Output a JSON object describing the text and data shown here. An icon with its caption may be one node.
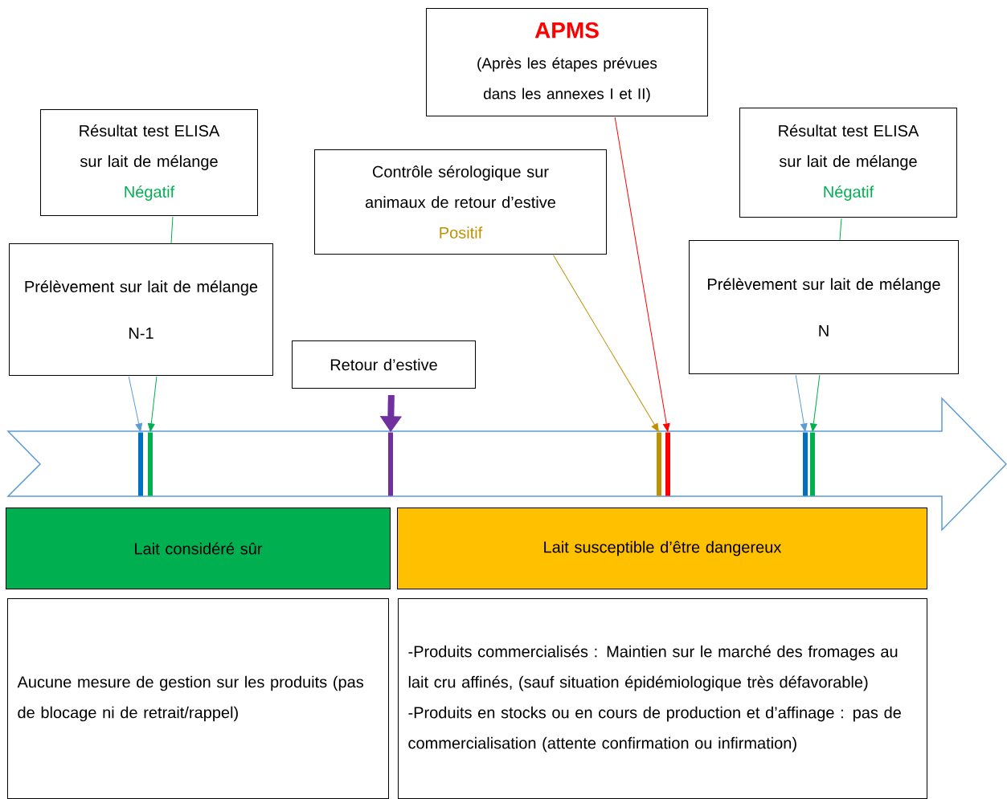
{
  "diagram": {
    "nodes": [
      {
        "text": [
          "APMS",
          "(Après les étapes prévues dans les annexes I et II)"
        ]
      },
      {
        "text": [
          "Résultat test ELISA sur lait de mélange",
          "Négatif"
        ]
      },
      {
        "text": [
          "Contrôle sérologique sur animaux de retour d’estive",
          "Positif"
        ]
      },
      {
        "text": [
          "Résultat test ELISA sur lait de mélange",
          "Négatif"
        ]
      },
      {
        "text": [
          "Prélèvement sur lait de mélange",
          "N-1"
        ]
      },
      {
        "text": [
          "Retour d’estive"
        ]
      },
      {
        "text": [
          "Prélèvement sur lait de mélange",
          "N"
        ]
      },
      {
        "text": [],
        "shape": "bar"
      },
      {
        "text": [],
        "shape": "bar"
      },
      {
        "text": [],
        "shape": "bar"
      },
      {
        "text": [],
        "shape": "bar"
      },
      {
        "text": [],
        "shape": "bar"
      },
      {
        "text": [],
        "shape": "bar"
      },
      {
        "text": [],
        "shape": "bar"
      },
      {
        "text": [
          "Lait considéré sûr"
        ]
      },
      {
        "text": [
          "Lait susceptible d’être dangereux"
        ]
      },
      {
        "text": [
          "Aucune mesure de gestion sur les produits (pas de blocage ni de retrait/rappel)"
        ]
      },
      {
        "text": [
          "-Produits commercialisés : Maintien sur le marché des fromages au lait cru affinés, (sauf situation épidémiologique très défavorable)",
          "-Produits en stocks ou en cours de production et d’affinage : pas de commercialisation (attente confirmation ou infirmation)"
        ]
      }
    ],
    "edges": [
      {
        "from": 1,
        "to": 4,
        "arrow": "none",
        "color": "#00b050"
      },
      {
        "from": 4,
        "to": 7,
        "arrow": "to",
        "color": "#5b9bd5"
      },
      {
        "from": 4,
        "to": 8,
        "arrow": "to",
        "color": "#00b050"
      },
      {
        "from": 5,
        "to": 9,
        "arrow": "to",
        "style": "thick",
        "color": "#7030a0"
      },
      {
        "from": 2,
        "to": 10,
        "arrow": "to",
        "color": "#bf9000"
      },
      {
        "from": 0,
        "to": 11,
        "arrow": "to",
        "color": "#ff0000"
      },
      {
        "from": 3,
        "to": 6,
        "arrow": "none",
        "color": "#00b050"
      },
      {
        "from": 6,
        "to": 12,
        "arrow": "to",
        "color": "#5b9bd5"
      },
      {
        "from": 6,
        "to": 13,
        "arrow": "to",
        "color": "#00b050"
      }
    ]
  }
}
